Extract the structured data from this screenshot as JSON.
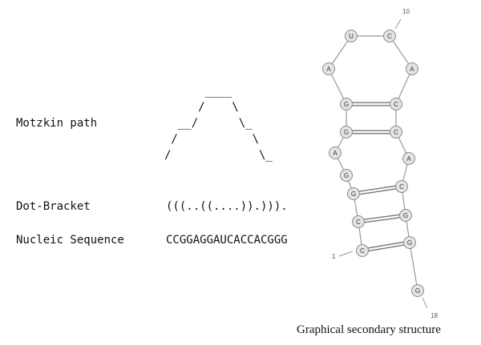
{
  "labels": {
    "motzkin": "Motzkin path",
    "dot_bracket": "Dot-Bracket",
    "sequence": "Nucleic Sequence"
  },
  "motzkin_art": "      ____\n     /    \\\n  __/      \\_\n /           \\\n/             \\_",
  "dot_bracket": "(((..((....)).))).",
  "sequence": "CCGGAGGAUCACCACGGG",
  "structure": {
    "caption": "Graphical secondary structure",
    "start_label": "1",
    "mid_label": "10",
    "end_label": "18",
    "nucleotides": [
      "C",
      "C",
      "G",
      "G",
      "A",
      "G",
      "G",
      "A",
      "U",
      "C",
      "A",
      "C",
      "C",
      "A",
      "C",
      "G",
      "G",
      "G"
    ]
  }
}
